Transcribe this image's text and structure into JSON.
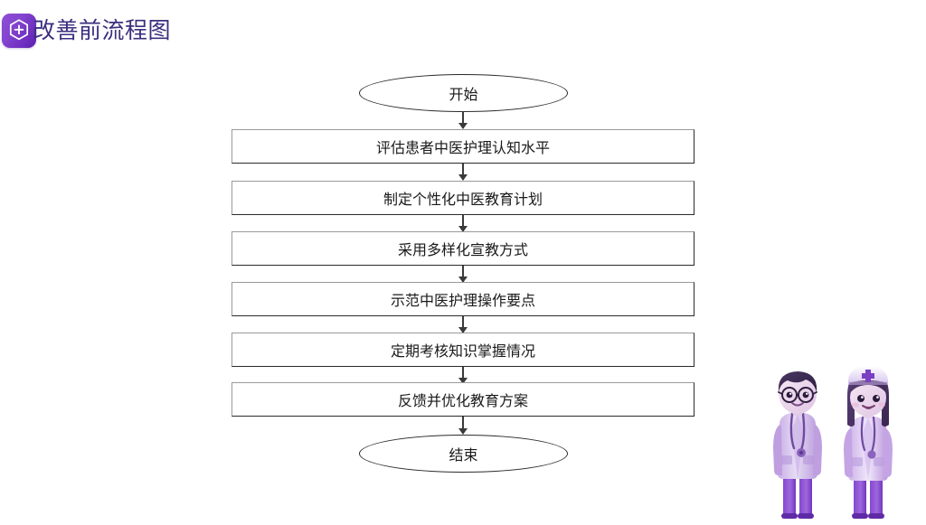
{
  "header": {
    "title": "改善前流程图",
    "badge_icon": "hexagon-plus-icon",
    "badge_color": "#7a36c9",
    "title_color": "#3b2f7f"
  },
  "flowchart": {
    "start": {
      "label": "开始",
      "shape": "ellipse"
    },
    "steps": [
      {
        "label": "评估患者中医护理认知水平"
      },
      {
        "label": "制定个性化中医教育计划"
      },
      {
        "label": "采用多样化宣教方式"
      },
      {
        "label": "示范中医护理操作要点"
      },
      {
        "label": "定期考核知识掌握情况"
      },
      {
        "label": "反馈并优化教育方案"
      }
    ],
    "end": {
      "label": "结束",
      "shape": "ellipse"
    },
    "connector": "down-arrow",
    "node_border_color": "#2b2b2b",
    "node_fill_color": "#ffffff"
  },
  "illustration": {
    "name": "doctor-and-nurse-illustration",
    "figures": [
      {
        "role": "doctor",
        "accessories": [
          "glasses",
          "stethoscope",
          "lab-coat"
        ]
      },
      {
        "role": "nurse",
        "accessories": [
          "nurse-cap",
          "cross-symbol",
          "stethoscope"
        ]
      }
    ],
    "palette": {
      "light": "#d8c3ef",
      "mid": "#a678d8",
      "deep": "#7b3fc4",
      "dark": "#3c2a55",
      "cross": "#7b3fc4"
    }
  }
}
